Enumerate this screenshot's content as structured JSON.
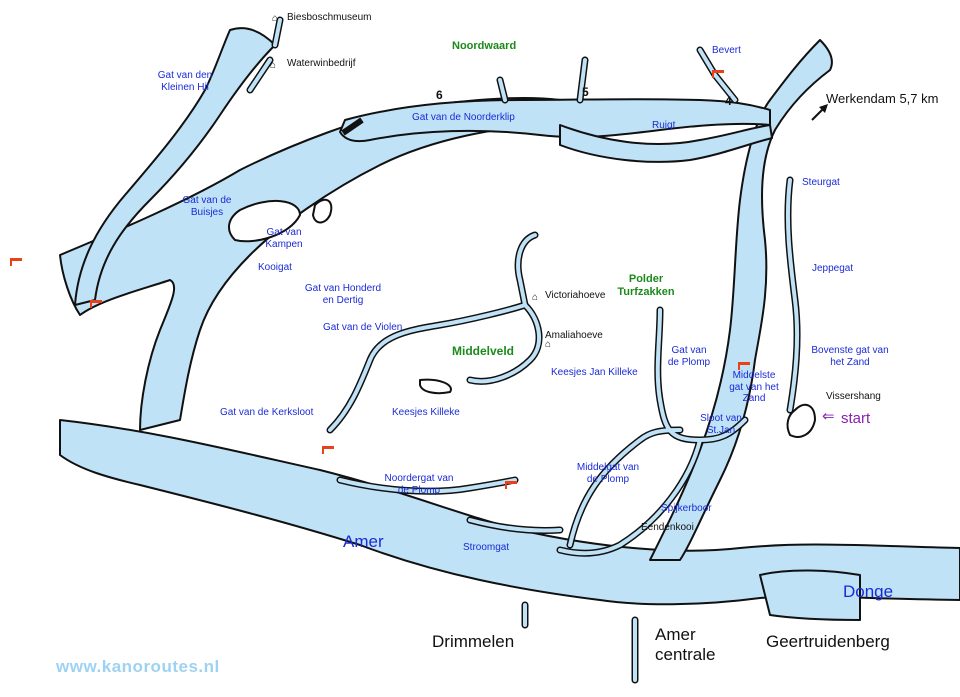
{
  "map": {
    "colors": {
      "water": "#bfe2f7",
      "channel_labels": "#1a2bd6",
      "area_labels": "#1b8a1b",
      "start": "#8a1fb5",
      "landing_markers": "#e8421a",
      "website": "#9fd2f2"
    },
    "places": {
      "biesboschmuseum": "Biesboschmuseum",
      "waterwinbedrijf": "Waterwinbedrijf",
      "victoriahoeve": "Victoriahoeve",
      "amaliahoeve": "Amaliahoeve",
      "vissershang": "Vissershang",
      "eendenkooi": "Eendenkooi",
      "werkendam": "Werkendam 5,7 km",
      "drimmelen": "Drimmelen",
      "amer_centrale": "Amer centrale",
      "geertruidenberg": "Geertruidenberg"
    },
    "areas": {
      "noordwaard": "Noordwaard",
      "polder_turfzakken": "Polder Turfzakken",
      "middelveld": "Middelveld"
    },
    "waters": {
      "gat_kleinen_hil": "Gat van den Kleinen Hil",
      "gat_buisjes": "Gat van de Buisjes",
      "gat_kampen": "Gat van Kampen",
      "kooigat": "Kooigat",
      "gat_honderd": "Gat van Honderd en Dertig",
      "gat_violen": "Gat van de Violen",
      "gat_kerksloot": "Gat van de Kerksloot",
      "keesjes_killeke": "Keesjes Killeke",
      "noordergat_plomp": "Noordergat van de Plomp",
      "stroomgat": "Stroomgat",
      "gat_noorderklip": "Gat van de Noorderklip",
      "ruigt": "Ruigt",
      "bevert": "Bevert",
      "steurgat": "Steurgat",
      "jeppegat": "Jeppegat",
      "bovenste_gat": "Bovenste gat van het Zand",
      "middelste_gat": "Middelste gat van het Zand",
      "gat_plomp": "Gat van de Plomp",
      "keesjes_jan_killeke": "Keesjes Jan Killeke",
      "sloot_st_jan": "Sloot van St.Jan",
      "middelgat_plomp": "Middelgat van de Plomp",
      "spijkerboor": "Spijkerboor",
      "amer": "Amer",
      "donge": "Donge"
    },
    "route_points": {
      "p4": "4",
      "p5": "5",
      "p6": "6"
    },
    "start": "start",
    "arrow_left": "⇐",
    "website": "www.kanoroutes.nl"
  }
}
